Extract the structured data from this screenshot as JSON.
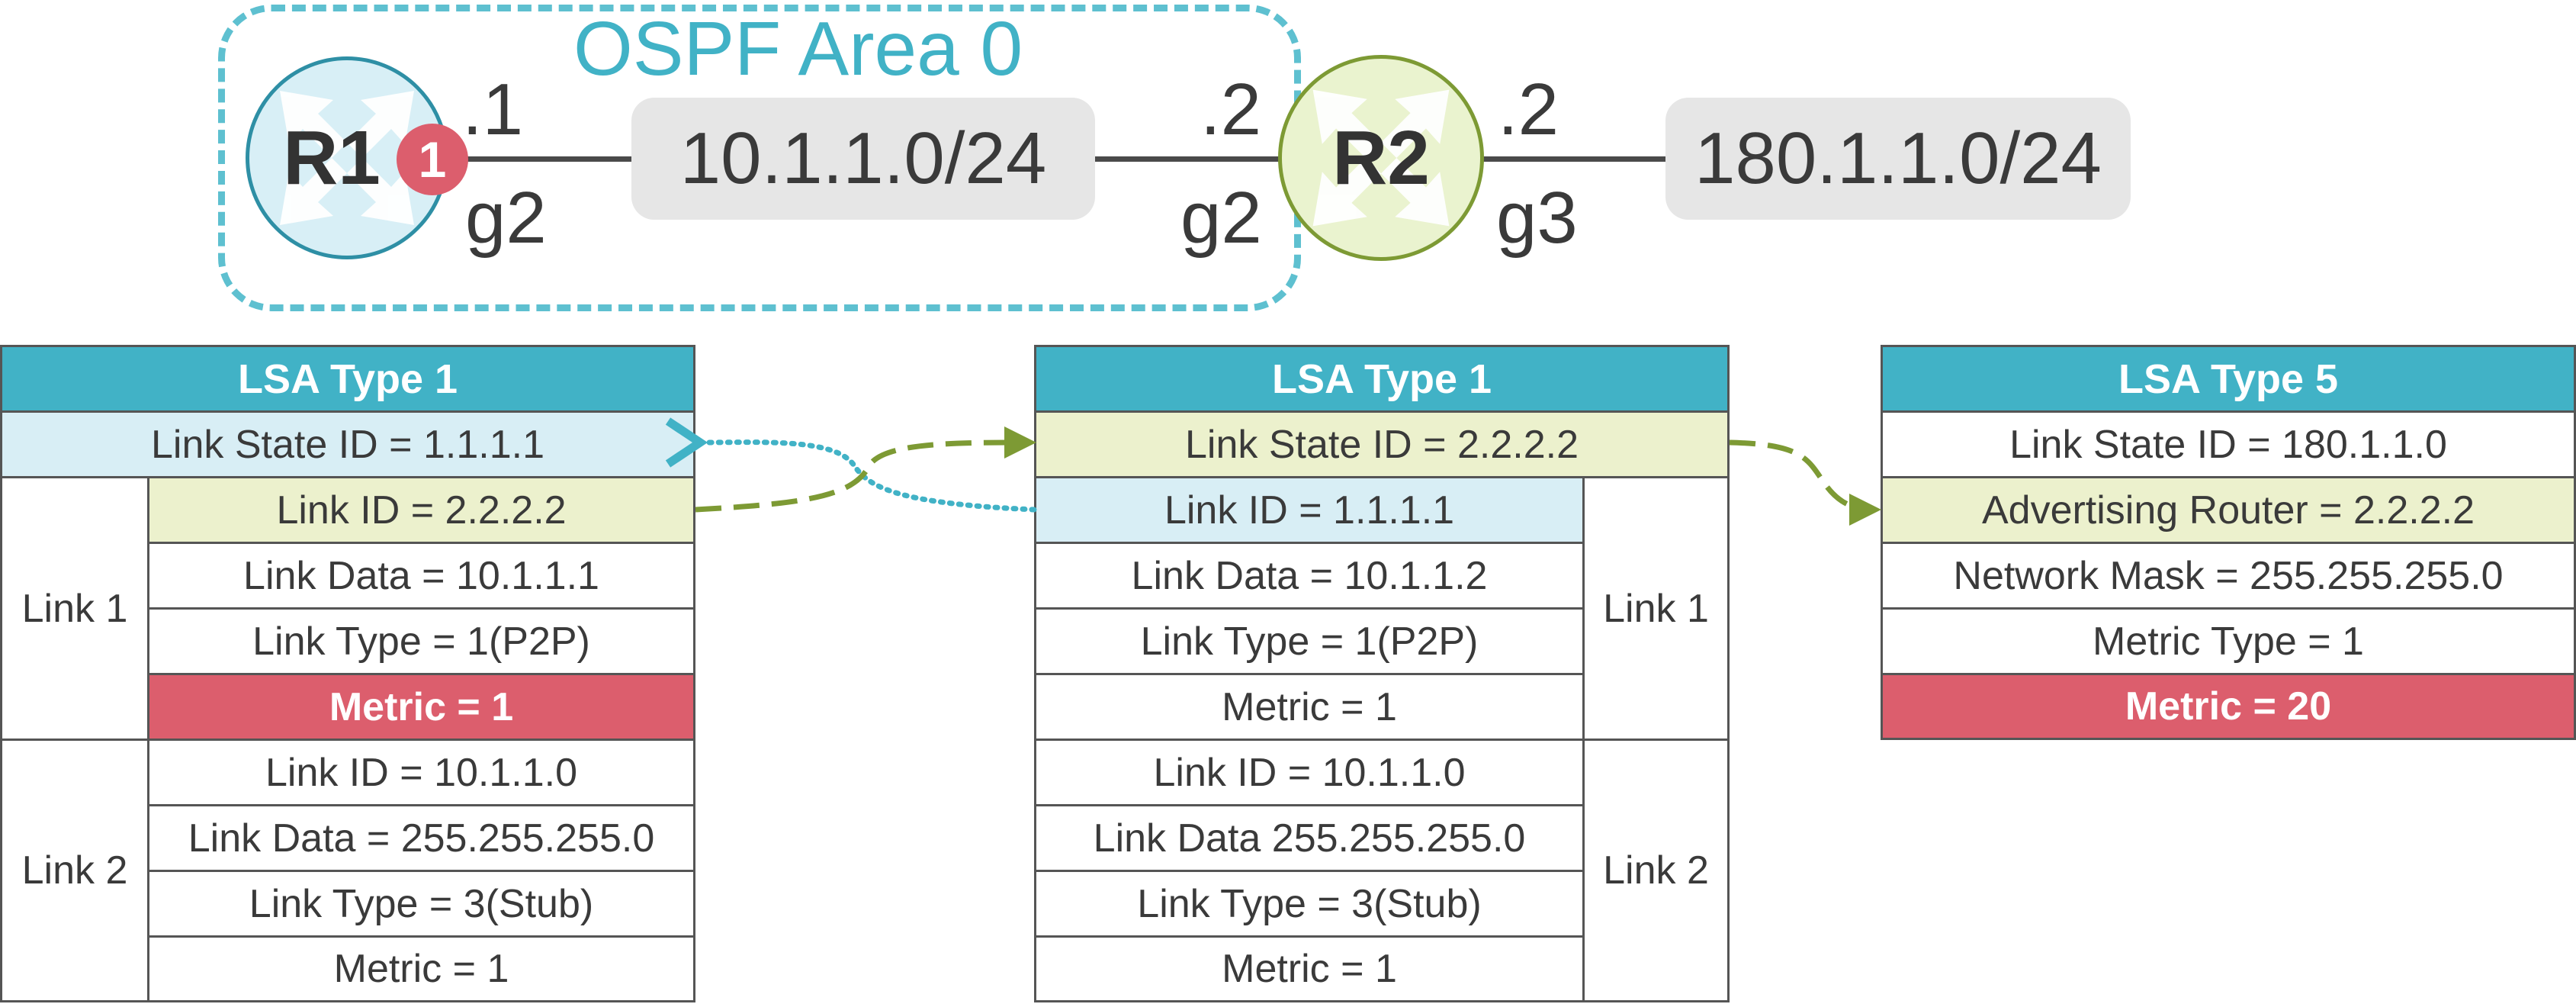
{
  "topology": {
    "area_label": "OSPF Area 0",
    "routers": [
      {
        "name": "R1",
        "badge": "1"
      },
      {
        "name": "R2"
      }
    ],
    "subnets": [
      "10.1.1.0/24",
      "180.1.1.0/24"
    ],
    "interfaces": {
      "r1_addr": ".1",
      "r1_if": "g2",
      "r2_left_addr": ".2",
      "r2_left_if": "g2",
      "r2_right_addr": ".2",
      "r2_right_if": "g3"
    }
  },
  "lsa_r1": {
    "header": "LSA Type 1",
    "link_state_id": "Link State ID = 1.1.1.1",
    "link1": {
      "label": "Link 1",
      "link_id": "Link ID = 2.2.2.2",
      "link_data": "Link Data = 10.1.1.1",
      "link_type": "Link Type = 1(P2P)",
      "metric": "Metric = 1"
    },
    "link2": {
      "label": "Link 2",
      "link_id": "Link ID = 10.1.1.0",
      "link_data": "Link Data = 255.255.255.0",
      "link_type": "Link Type = 3(Stub)",
      "metric": "Metric = 1"
    }
  },
  "lsa_r2": {
    "header": "LSA Type 1",
    "link_state_id": "Link State ID = 2.2.2.2",
    "link1": {
      "label": "Link 1",
      "link_id": "Link ID = 1.1.1.1",
      "link_data": "Link Data = 10.1.1.2",
      "link_type": "Link Type = 1(P2P)",
      "metric": "Metric = 1"
    },
    "link2": {
      "label": "Link 2",
      "link_id": "Link ID = 10.1.1.0",
      "link_data": "Link Data 255.255.255.0",
      "link_type": "Link Type = 3(Stub)",
      "metric": "Metric = 1"
    }
  },
  "lsa_type5": {
    "header": "LSA Type 5",
    "link_state_id": "Link State ID = 180.1.1.0",
    "advertising_router": "Advertising Router = 2.2.2.2",
    "network_mask": "Network Mask = 255.255.255.0",
    "metric_type": "Metric Type = 1",
    "metric": "Metric = 20"
  },
  "colors": {
    "cyan": "#41b2c6",
    "light_blue": "#d8eef5",
    "light_green": "#ecf1cd",
    "red": "#dc5e6d",
    "olive": "#7d9a34"
  }
}
